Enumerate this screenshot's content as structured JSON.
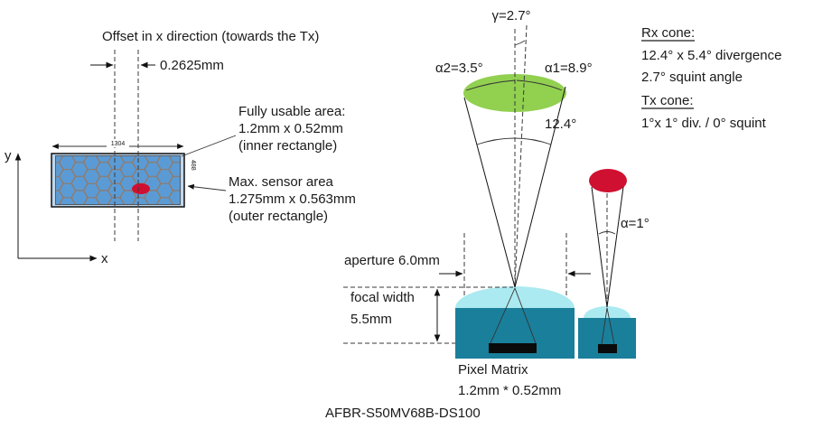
{
  "sensor_view": {
    "offset_label": "Offset in x direction (towards the Tx)",
    "offset_value": "0.2625mm",
    "axis_y_label": "y",
    "axis_x_label": "x",
    "dim_width": "1304",
    "dim_height": "488",
    "fully_usable_area": {
      "line1": "Fully usable area:",
      "line2": "1.2mm x 0.52mm",
      "line3": "(inner rectangle)"
    },
    "max_sensor_area": {
      "line1": "Max. sensor area",
      "line2": "1.275mm x 0.563mm",
      "line3": "(outer rectangle)"
    }
  },
  "optics_view": {
    "gamma_label": "γ=2.7°",
    "alpha2_label": "α2=3.5°",
    "alpha1_label": "α1=8.9°",
    "rx_cone_angle": "12.4°",
    "tx_alpha_label": "α=1°",
    "aperture_label": "aperture 6.0mm",
    "focal_width_label": {
      "line1": "focal width",
      "line2": "5.5mm"
    },
    "pixel_matrix_label": {
      "line1": "Pixel Matrix",
      "line2": "1.2mm * 0.52mm"
    }
  },
  "legend": {
    "rx_title": "Rx cone:",
    "rx_divergence": "12.4° x 5.4° divergence",
    "rx_squint": "2.7° squint angle",
    "tx_title": "Tx cone:",
    "tx_divergence": "1°x 1° div. / 0° squint"
  },
  "footer": {
    "part_number": "AFBR-S50MV68B-DS100"
  },
  "colors": {
    "spot_green": "#92d050",
    "spot_red": "#d01030",
    "body_teal": "#1a7f9b",
    "dome_cyan": "#abeaf0",
    "hex_blue": "#5b9bd5",
    "sensor_bg_blue": "#bdd7ee"
  }
}
